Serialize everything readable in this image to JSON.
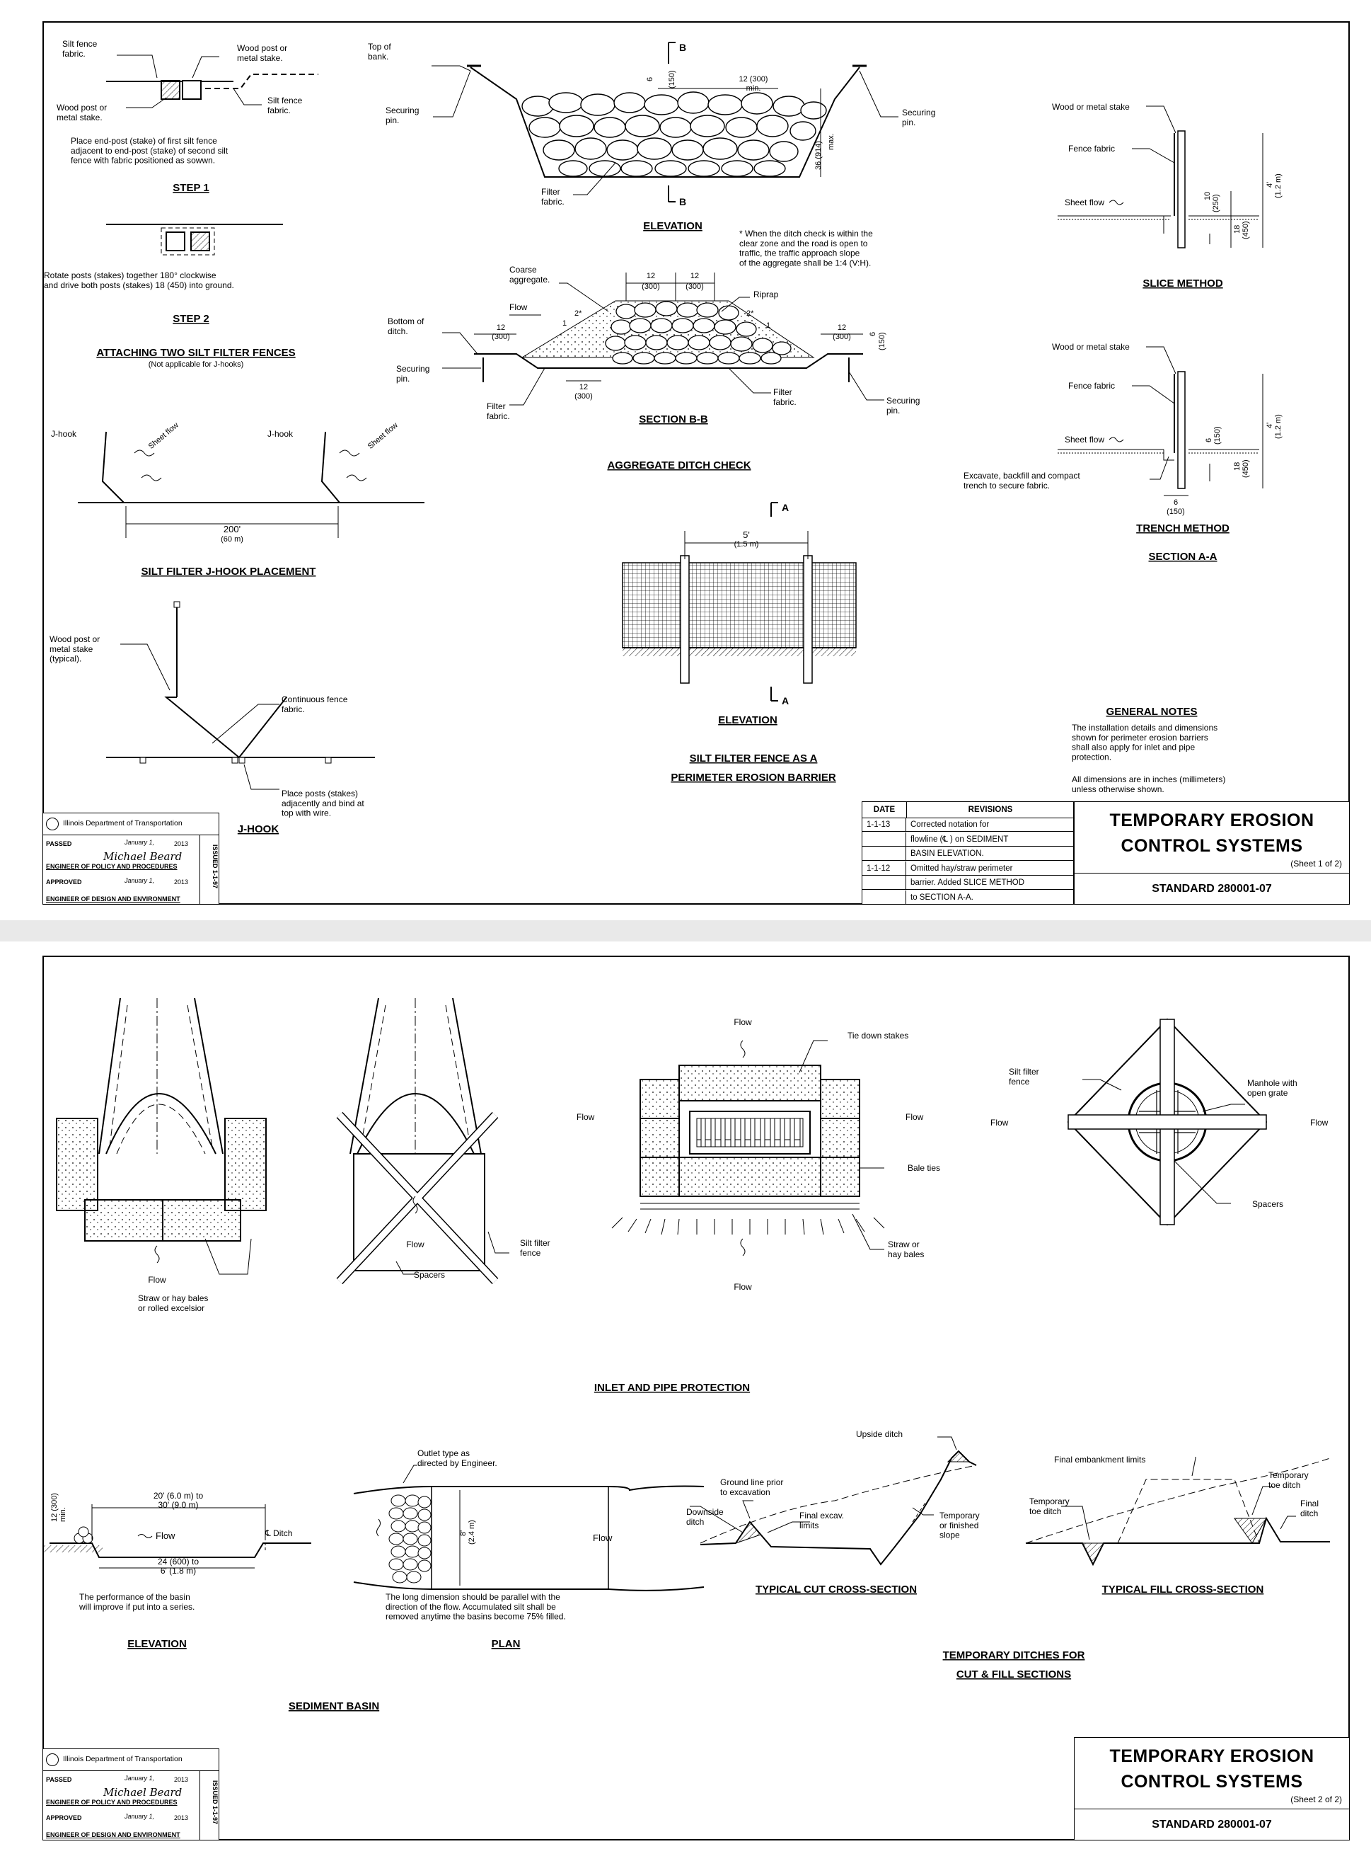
{
  "sheet1": {
    "step1": {
      "labels": {
        "silt_fence_fabric_a": "Silt fence\nfabric.",
        "wood_post_a": "Wood post or\nmetal stake.",
        "wood_post_b": "Wood post or\nmetal stake.",
        "silt_fence_fabric_b": "Silt fence\nfabric."
      },
      "note": "Place end-post (stake) of first silt fence\nadjacent to end-post (stake) of second silt\nfence with fabric positioned as sowwn.",
      "title": "STEP 1"
    },
    "step2": {
      "note": "Rotate posts (stakes) together 180° clockwise\nand drive both posts (stakes) 18 (450) into ground.",
      "title": "STEP 2"
    },
    "attaching": {
      "title": "ATTACHING TWO SILT FILTER FENCES",
      "subtitle": "(Not applicable for J-hooks)"
    },
    "jhook_placement": {
      "jhook_a": "J-hook",
      "jhook_b": "J-hook",
      "sheet_flow_a": "Sheet flow",
      "sheet_flow_b": "Sheet flow",
      "dim": "200'",
      "dim_metric": "(60 m)",
      "title": "SILT FILTER J-HOOK PLACEMENT"
    },
    "jhook": {
      "wood_post": "Wood post or\nmetal stake\n(typical).",
      "continuous": "Continuous fence\nfabric.",
      "place_posts": "Place posts (stakes)\nadjacently and bind at\ntop with wire.",
      "title": "J-HOOK"
    },
    "ditch_elevation": {
      "top_of_bank": "Top of\nbank.",
      "securing_pin_l": "Securing\npin.",
      "securing_pin_r": "Securing\npin.",
      "filter_fabric": "Filter\nfabric.",
      "dim_6": "6",
      "dim_150": "(150)",
      "dim_12": "12 (300)",
      "dim_min": "min.",
      "dim_36": "36 (914)",
      "dim_max": "max.",
      "section_mark": "B",
      "title": "ELEVATION"
    },
    "ditch_note": "* When the ditch check is within the\nclear zone and the road is open to\ntraffic, the traffic approach slope\nof the aggregate shall be 1:4 (V:H).",
    "section_bb": {
      "coarse": "Coarse\naggregate.",
      "riprap": "Riprap",
      "bottom_of_ditch": "Bottom of\nditch.",
      "flow": "Flow",
      "securing_pin_l": "Securing\npin.",
      "securing_pin_r": "Securing\npin.",
      "filter_fabric_l": "Filter\nfabric.",
      "filter_fabric_r": "Filter\nfabric.",
      "dim_12": "12",
      "dim_300": "(300)",
      "dim_6": "6",
      "dim_150": "(150)",
      "slope_2": "2*",
      "slope_1": "1",
      "title": "SECTION B-B"
    },
    "aggregate_title": "AGGREGATE DITCH CHECK",
    "slice": {
      "wood_post": "Wood or metal stake",
      "fence_fabric": "Fence fabric",
      "sheet_flow": "Sheet flow",
      "dim_10": "10",
      "dim_250": "(250)",
      "dim_18": "18",
      "dim_450": "(450)",
      "dim_4": "4'",
      "dim_12m": "(1.2 m)",
      "title": "SLICE METHOD"
    },
    "trench": {
      "wood_post": "Wood or metal stake",
      "fence_fabric": "Fence fabric",
      "sheet_flow": "Sheet flow",
      "excavate": "Excavate, backfill and compact\ntrench to secure fabric.",
      "dim_6": "6",
      "dim_150": "(150)",
      "dim_18": "18",
      "dim_450": "(450)",
      "dim_4": "4'",
      "dim_12m": "(1.2 m)",
      "title": "TRENCH METHOD",
      "section": "SECTION A-A"
    },
    "fence_elevation": {
      "dim": "5'",
      "dim_metric": "(1.5 m)",
      "section_mark": "A",
      "title": "ELEVATION",
      "subtitle1": "SILT FILTER FENCE AS A",
      "subtitle2": "PERIMETER EROSION BARRIER"
    },
    "general_notes": {
      "title": "GENERAL NOTES",
      "note1": "The installation details and dimensions\nshown for perimeter erosion barriers\nshall also apply for inlet and pipe\nprotection.",
      "note2": "All dimensions are in inches (millimeters)\nunless otherwise shown."
    },
    "revisions": {
      "date_header": "DATE",
      "rev_header": "REVISIONS",
      "rows": [
        {
          "date": "1-1-13",
          "text": "Corrected notation for"
        },
        {
          "date": "",
          "text": "flowline (℄ ) on SEDIMENT"
        },
        {
          "date": "",
          "text": "BASIN ELEVATION."
        },
        {
          "date": "1-1-12",
          "text": "Omitted hay/straw perimeter"
        },
        {
          "date": "",
          "text": "barrier.  Added SLICE METHOD"
        },
        {
          "date": "",
          "text": "to SECTION A-A."
        }
      ]
    },
    "title_block": {
      "title1": "TEMPORARY EROSION",
      "title2": "CONTROL SYSTEMS",
      "sheet": "(Sheet 1 of 2)",
      "standard": "STANDARD  280001-07"
    }
  },
  "sheet2": {
    "inlet": {
      "flow_a": "Flow",
      "flow_b": "Flow",
      "straw_bales": "Straw or hay bales\nor rolled excelsior",
      "spacers": "Spacers",
      "silt_filter": "Silt filter\nfence",
      "tie_down": "Tie down stakes",
      "flow_top": "Flow",
      "flow_left": "Flow",
      "flow_right": "Flow",
      "flow_bottom": "Flow",
      "bale_ties": "Bale ties",
      "straw_hay": "Straw or\nhay bales",
      "silt_filter_fence": "Silt filter\nfence",
      "manhole": "Manhole with\nopen grate",
      "flow_ml": "Flow",
      "flow_mr": "Flow",
      "spacers2": "Spacers",
      "title": "INLET AND PIPE PROTECTION"
    },
    "sediment": {
      "dim_12": "12 (300)",
      "dim_min": "min.",
      "dim_top": "20' (6.0 m) to",
      "dim_top2": "30' (9.0 m)",
      "flow": "Flow",
      "ditch": "℄ Ditch",
      "dim_bot": "24 (600) to",
      "dim_bot2": "6' (1.8 m)",
      "note": "The performance of the basin\nwill improve if put into a series.",
      "elev_title": "ELEVATION",
      "outlet": "Outlet type as\ndirected by Engineer.",
      "dim_8": "8'",
      "dim_24m": "(2.4 m)",
      "flow_plan": "Flow",
      "plan_note": "The long dimension should be parallel with the\ndirection of the flow. Accumulated silt shall be\nremoved anytime the basins become 75% filled.",
      "plan_title": "PLAN",
      "title": "SEDIMENT BASIN"
    },
    "cut": {
      "ground": "Ground line prior\nto excavation",
      "upside": "Upside ditch",
      "downside": "Downside\nditch",
      "final": "Final excav.\nlimits",
      "temporary": "Temporary\nor finished\nslope",
      "title": "TYPICAL CUT CROSS-SECTION"
    },
    "fill": {
      "final": "Final embankment limits",
      "temp_l": "Temporary\ntoe ditch",
      "temp_r": "Temporary\ntoe ditch",
      "final_ditch": "Final\nditch",
      "title": "TYPICAL FILL CROSS-SECTION"
    },
    "ditches_title1": "TEMPORARY DITCHES FOR",
    "ditches_title2": "CUT & FILL SECTIONS",
    "title_block": {
      "title1": "TEMPORARY EROSION",
      "title2": "CONTROL SYSTEMS",
      "sheet": "(Sheet 2 of 2)",
      "standard": "STANDARD  280001-07"
    }
  },
  "approval": {
    "agency": "Illinois Department of Transportation",
    "passed": "PASSED",
    "date1": "January 1,",
    "year1": "2013",
    "eng1": "ENGINEER OF POLICY AND PROCEDURES",
    "approved": "APPROVED",
    "date2": "January 1,",
    "year2": "2013",
    "eng2": "ENGINEER OF DESIGN AND ENVIRONMENT",
    "issued": "ISSUED 1-1-97"
  }
}
